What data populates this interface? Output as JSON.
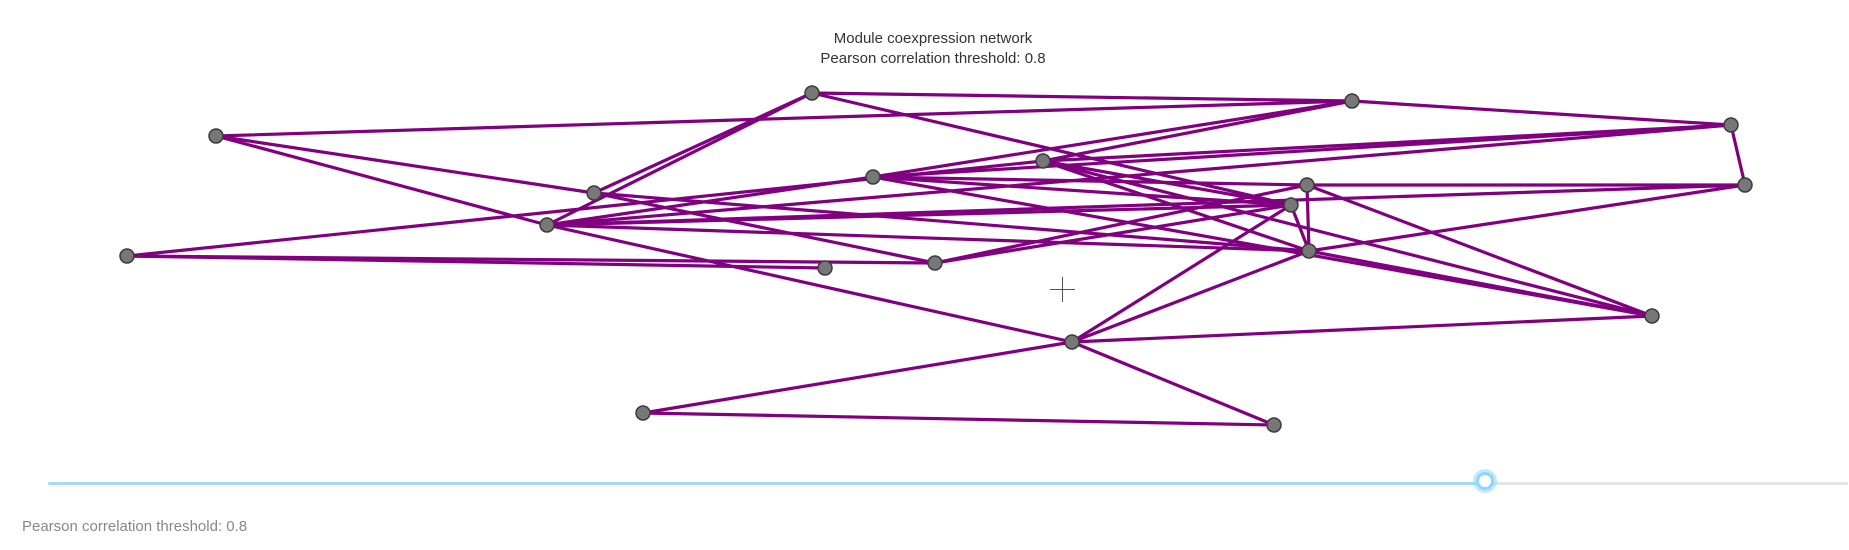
{
  "title": {
    "line1": "Module coexpression network",
    "line2": "Pearson correlation threshold: 0.8"
  },
  "network": {
    "edge_color": "#800080",
    "node_color": "#777777",
    "nodes": [
      "n1",
      "n2",
      "n3",
      "n4",
      "n5",
      "n6",
      "n7",
      "n8",
      "n9",
      "n10",
      "n11",
      "n12",
      "n13",
      "n14",
      "n15",
      "n16",
      "n17",
      "n18",
      "n19"
    ],
    "edges": [
      [
        "n1",
        "n2"
      ],
      [
        "n1",
        "n9"
      ],
      [
        "n1",
        "n10"
      ],
      [
        "n1",
        "n11"
      ],
      [
        "n2",
        "n3"
      ],
      [
        "n2",
        "n5"
      ],
      [
        "n2",
        "n6"
      ],
      [
        "n2",
        "n7"
      ],
      [
        "n3",
        "n4"
      ],
      [
        "n3",
        "n6"
      ],
      [
        "n3",
        "n9"
      ],
      [
        "n3",
        "n7"
      ],
      [
        "n4",
        "n8"
      ],
      [
        "n4",
        "n13"
      ],
      [
        "n4",
        "n9"
      ],
      [
        "n5",
        "n9"
      ],
      [
        "n5",
        "n10"
      ],
      [
        "n6",
        "n9"
      ],
      [
        "n6",
        "n11"
      ],
      [
        "n6",
        "n16"
      ],
      [
        "n6",
        "n8"
      ],
      [
        "n7",
        "n12"
      ],
      [
        "n7",
        "n11"
      ],
      [
        "n7",
        "n13"
      ],
      [
        "n7",
        "n16"
      ],
      [
        "n8",
        "n13"
      ],
      [
        "n8",
        "n15"
      ],
      [
        "n8",
        "n16"
      ],
      [
        "n9",
        "n11"
      ],
      [
        "n9",
        "n13"
      ],
      [
        "n9",
        "n17"
      ],
      [
        "n10",
        "n13"
      ],
      [
        "n10",
        "n15"
      ],
      [
        "n11",
        "n13"
      ],
      [
        "n11",
        "n15"
      ],
      [
        "n11",
        "n17"
      ],
      [
        "n12",
        "n14"
      ],
      [
        "n12",
        "n15"
      ],
      [
        "n13",
        "n16"
      ],
      [
        "n13",
        "n17"
      ],
      [
        "n17",
        "n18"
      ],
      [
        "n17",
        "n19"
      ],
      [
        "n17",
        "n16"
      ],
      [
        "n18",
        "n19"
      ]
    ]
  },
  "slider": {
    "value": 0.8,
    "fill_color": "#a4daf2",
    "track_color": "#e4e4e4"
  },
  "caption": "Pearson correlation threshold: 0.8"
}
